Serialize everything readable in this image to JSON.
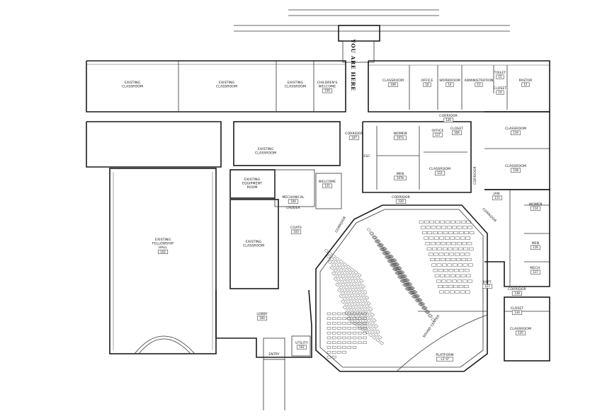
{
  "plan": {
    "you_are_here": "YOU ARE HERE",
    "rooms": [
      {
        "id": "ex-classroom-1",
        "name": "EXISTING\nCLASSROOM",
        "number": ""
      },
      {
        "id": "ex-classroom-2",
        "name": "EXISTING\nCLASSROOM",
        "number": ""
      },
      {
        "id": "ex-classroom-3",
        "name": "EXISTING\nCLASSROOM",
        "number": ""
      },
      {
        "id": "childrens-welcome",
        "name": "CHILDREN'S\nWELCOME",
        "number": "150"
      },
      {
        "id": "classroom-108",
        "name": "CLASSROOM",
        "number": "108"
      },
      {
        "id": "office-16",
        "name": "OFFICE",
        "number": "16"
      },
      {
        "id": "workroom",
        "name": "WORKROOM",
        "number": "14"
      },
      {
        "id": "administration",
        "name": "ADMINISTRATION",
        "number": "13"
      },
      {
        "id": "toilet",
        "name": "TOILET",
        "number": "15"
      },
      {
        "id": "closet-14",
        "name": "CLOSET",
        "number": "14"
      },
      {
        "id": "pastor",
        "name": "PASTOR",
        "number": "12"
      },
      {
        "id": "corridor-top",
        "name": "CORRIDOR",
        "number": "126"
      },
      {
        "id": "corridor-left",
        "name": "CORRIDOR",
        "number": "107"
      },
      {
        "id": "women-top",
        "name": "WOMEN",
        "number": "107a"
      },
      {
        "id": "office-117",
        "name": "OFFICE",
        "number": "117"
      },
      {
        "id": "closet-30a",
        "name": "CLOSET",
        "number": "30A"
      },
      {
        "id": "classroom-119",
        "name": "CLASSROOM",
        "number": "119"
      },
      {
        "id": "classroom-118",
        "name": "CLASSROOM",
        "number": "118"
      },
      {
        "id": "ex-classroom-4",
        "name": "EXISTING\nCLASSROOM",
        "number": ""
      },
      {
        "id": "men",
        "name": "MEN",
        "number": "107b"
      },
      {
        "id": "classroom-111",
        "name": "CLASSROOM",
        "number": "111"
      },
      {
        "id": "corridor-center",
        "name": "CORRIDOR",
        "number": "120"
      },
      {
        "id": "ex-equipment",
        "name": "EXISTING\nEQUIPMENT\nROOM",
        "number": ""
      },
      {
        "id": "welcome",
        "name": "WELCOME",
        "number": "131"
      },
      {
        "id": "mechanical",
        "name": "MECHANICAL",
        "number": "104"
      },
      {
        "id": "ladder",
        "name": "LADDER",
        "number": ""
      },
      {
        "id": "coats",
        "name": "COATS",
        "number": "103"
      },
      {
        "id": "jan",
        "name": "JAN.",
        "number": "115"
      },
      {
        "id": "women-right",
        "name": "WOMEN",
        "number": "114"
      },
      {
        "id": "men-right",
        "name": "MEN",
        "number": "116"
      },
      {
        "id": "mech-right",
        "name": "MECH.",
        "number": "117"
      },
      {
        "id": "ex-fellowship",
        "name": "EXISTING\nFELLOWSHIP\nHALL",
        "number": "102"
      },
      {
        "id": "ex-classroom-5",
        "name": "EXISTING\nCLASSROOM",
        "number": ""
      },
      {
        "id": "lobby",
        "name": "LOBBY",
        "number": "100"
      },
      {
        "id": "utility",
        "name": "UTILITY",
        "number": "102"
      },
      {
        "id": "entry",
        "name": "ENTRY",
        "number": ""
      },
      {
        "id": "corridor-right",
        "name": "CORRIDOR",
        "number": "138"
      },
      {
        "id": "closet-right",
        "name": "CLOSET",
        "number": "134"
      },
      {
        "id": "classroom-135",
        "name": "CLASSROOM",
        "number": "135"
      },
      {
        "id": "platform",
        "name": "PLATFORM",
        "number": "+2'-0\""
      },
      {
        "id": "sound-center",
        "name": "SOUND CENTER",
        "number": ""
      },
      {
        "id": "bapt",
        "name": "BAPT.",
        "number": "127"
      },
      {
        "id": "corridor-diag",
        "name": "CORRIDOR",
        "number": ""
      },
      {
        "id": "corridor-diag2",
        "name": "CORRIDOR",
        "number": ""
      },
      {
        "id": "corridor-vert",
        "name": "CORRIDOR",
        "number": ""
      },
      {
        "id": "esc",
        "name": "ESC",
        "number": ""
      }
    ]
  }
}
